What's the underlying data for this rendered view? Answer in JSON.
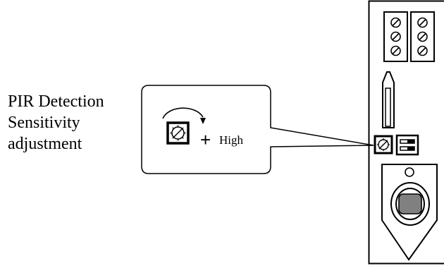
{
  "label": {
    "lines": [
      "PIR Detection",
      "Sensitivity",
      "adjustment"
    ]
  },
  "callout": {
    "plus_sign": "+",
    "direction_text": "High"
  },
  "icons": {
    "potentiometer": "adjustment-dial-icon",
    "rotation": "clockwise-arrow-icon",
    "switch": "dip-switch-icon",
    "screws": "terminal-screw-icon",
    "lens": "pir-lens-icon"
  },
  "colors": {
    "stroke": "#000000",
    "lens_fill": "#808080"
  }
}
